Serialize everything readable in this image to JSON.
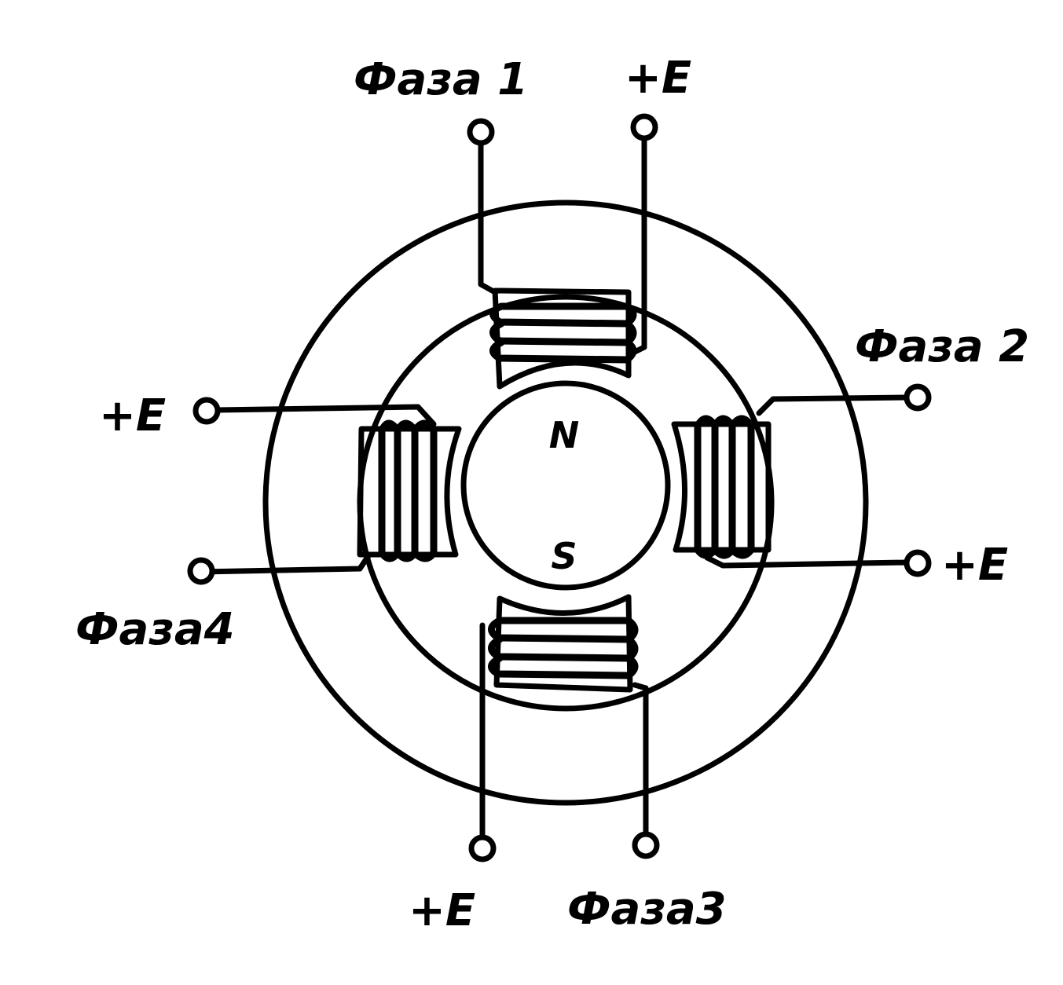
{
  "diagram": {
    "type": "four-phase stepper motor winding diagram",
    "rotor_poles": {
      "north": "N",
      "south": "S"
    },
    "terminals": {
      "top": {
        "phase": "Фаза 1",
        "supply": "+E"
      },
      "right": {
        "phase": "Фаза 2",
        "supply": "+E"
      },
      "bottom": {
        "phase": "Фаза3",
        "supply": "+E"
      },
      "left": {
        "phase": "Фаза4",
        "supply": "+E"
      }
    },
    "colors": {
      "line": "#000000",
      "background": "#ffffff"
    }
  }
}
